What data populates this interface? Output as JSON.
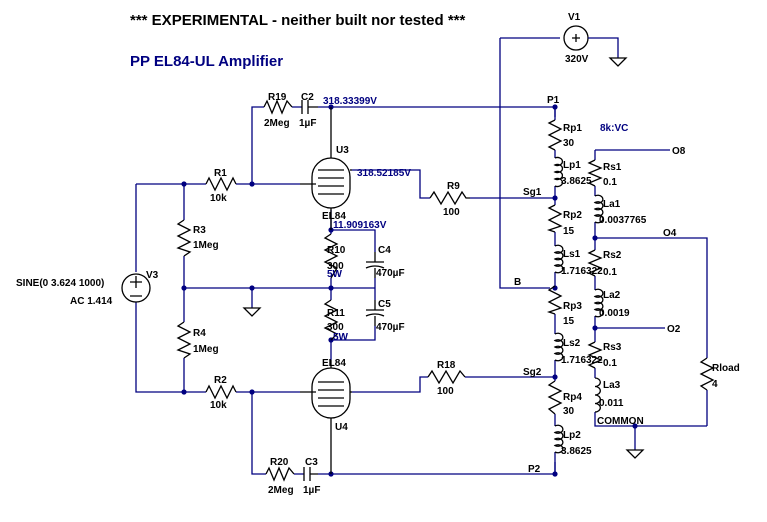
{
  "header": {
    "experimental_note": "*** EXPERIMENTAL - neither built nor tested ***",
    "title": "PP EL84-UL Amplifier"
  },
  "colors": {
    "wire": "#000080",
    "component": "#000000",
    "background": "#ffffff"
  },
  "sources": {
    "v1": {
      "name": "V1",
      "value": "320V"
    },
    "v3": {
      "name": "V3",
      "value": "SINE(0 3.624 1000)",
      "ac": "AC 1.414"
    }
  },
  "resistors": {
    "r1": {
      "name": "R1",
      "value": "10k"
    },
    "r2": {
      "name": "R2",
      "value": "10k"
    },
    "r3": {
      "name": "R3",
      "value": "1Meg"
    },
    "r4": {
      "name": "R4",
      "value": "1Meg"
    },
    "r9": {
      "name": "R9",
      "value": "100"
    },
    "r10": {
      "name": "R10",
      "value": "300",
      "power": "5W"
    },
    "r11": {
      "name": "R11",
      "value": "300",
      "power": "5W"
    },
    "r18": {
      "name": "R18",
      "value": "100"
    },
    "r19": {
      "name": "R19",
      "value": "2Meg"
    },
    "r20": {
      "name": "R20",
      "value": "2Meg"
    },
    "rload": {
      "name": "Rload",
      "value": "4"
    }
  },
  "capacitors": {
    "c2": {
      "name": "C2",
      "value": "1µF"
    },
    "c3": {
      "name": "C3",
      "value": "1µF"
    },
    "c4": {
      "name": "C4",
      "value": "470µF"
    },
    "c5": {
      "name": "C5",
      "value": "470µF"
    }
  },
  "tubes": {
    "u3": {
      "name": "U3",
      "type": "EL84"
    },
    "u4": {
      "name": "U4",
      "type": "EL84"
    }
  },
  "transformer": {
    "note": "8k:VC",
    "rp1": {
      "name": "Rp1",
      "value": "30"
    },
    "lp1": {
      "name": "Lp1",
      "value": "3.8625"
    },
    "rp2": {
      "name": "Rp2",
      "value": "15"
    },
    "ls1": {
      "name": "Ls1",
      "value": "1.716322"
    },
    "rp3": {
      "name": "Rp3",
      "value": "15"
    },
    "ls2": {
      "name": "Ls2",
      "value": "1.716322"
    },
    "rp4": {
      "name": "Rp4",
      "value": "30"
    },
    "lp2": {
      "name": "Lp2",
      "value": "3.8625"
    },
    "rs1": {
      "name": "Rs1",
      "value": "0.1"
    },
    "la1": {
      "name": "La1",
      "value": "0.0037765"
    },
    "rs2": {
      "name": "Rs2",
      "value": "0.1"
    },
    "la2": {
      "name": "La2",
      "value": "0.0019"
    },
    "rs3": {
      "name": "Rs3",
      "value": "0.1"
    },
    "la3": {
      "name": "La3",
      "value": "0.011"
    }
  },
  "nets": {
    "p1": "P1",
    "p2": "P2",
    "sg1": "Sg1",
    "sg2": "Sg2",
    "b": "B",
    "o8": "O8",
    "o4": "O4",
    "o2": "O2",
    "common": "COMMON"
  },
  "voltages": {
    "v_p1": "318.33399V",
    "v_sg1": "318.52185V",
    "v_cathode": "11.909163V"
  }
}
